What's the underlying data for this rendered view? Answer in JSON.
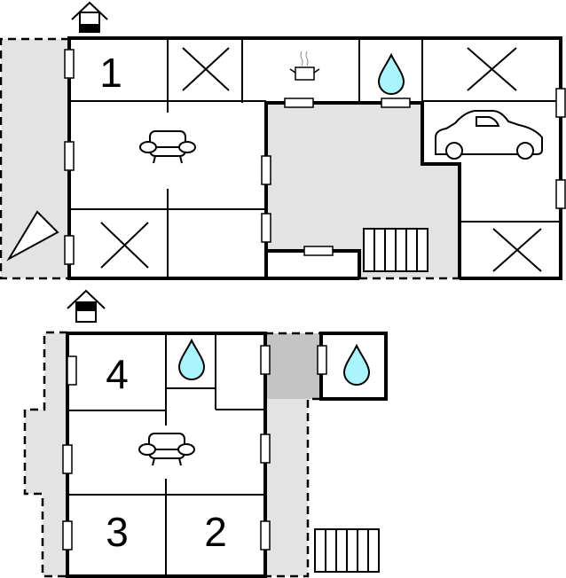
{
  "floors": [
    {
      "name": "ground-floor",
      "rooms": [
        {
          "label": "1",
          "type": "bedroom"
        },
        {
          "type": "living-room"
        },
        {
          "type": "kitchen"
        },
        {
          "type": "bathroom"
        },
        {
          "type": "garage"
        }
      ]
    },
    {
      "name": "upper-floor",
      "rooms": [
        {
          "label": "4",
          "type": "bedroom"
        },
        {
          "label": "3",
          "type": "bedroom"
        },
        {
          "label": "2",
          "type": "bedroom"
        },
        {
          "type": "living-room"
        },
        {
          "type": "bathroom"
        }
      ]
    }
  ],
  "labels": {
    "room1": "1",
    "room2": "2",
    "room3": "3",
    "room4": "4"
  },
  "colors": {
    "water": "#aaf4fb",
    "terrace": "#e3e3e3",
    "covered": "#c4c4c4"
  },
  "icons": [
    "entrance-icon",
    "sofa-icon",
    "cooking-pot-icon",
    "water-drop-icon",
    "car-icon",
    "stairs-icon",
    "compass-icon",
    "cross-icon"
  ]
}
